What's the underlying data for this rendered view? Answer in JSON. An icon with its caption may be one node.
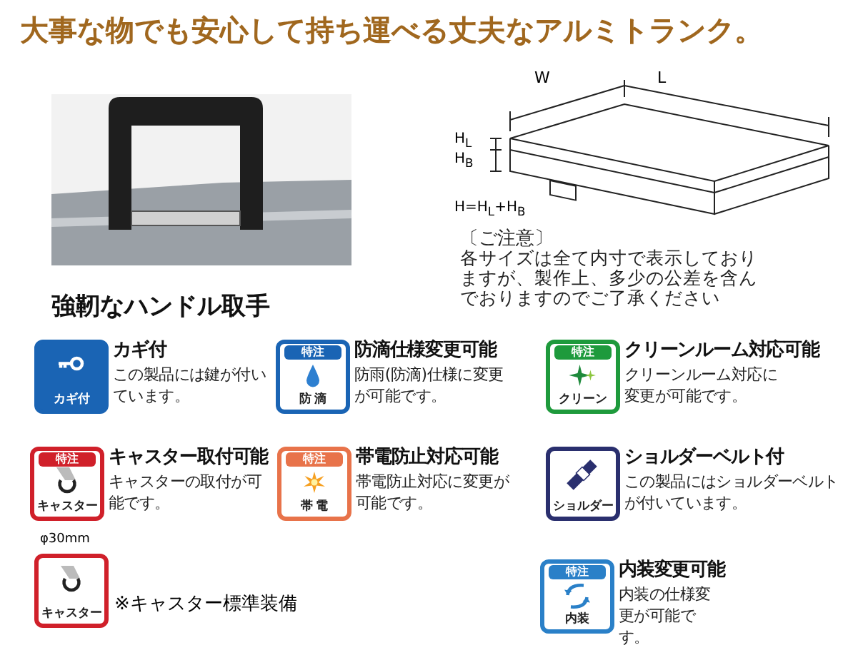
{
  "diagram": {
    "title": "大事な物でも安心して持ち運べる丈夫なアルミトランク。",
    "nodes": [
      {
        "text": [
          "カギ付"
        ],
        "beside": [
          "カギ付",
          "この製品には鍵が付いています。"
        ]
      },
      {
        "text": [
          "特注",
          "防 滴"
        ],
        "beside": [
          "防滴仕様変更可能",
          "防雨(防滴)仕様に変更が可能です。"
        ]
      },
      {
        "text": [
          "特注",
          "クリーン"
        ],
        "beside": [
          "クリーンルーム対応可能",
          "クリーンルーム対応に変更が可能です。"
        ]
      },
      {
        "text": [
          "特注",
          "キャスター"
        ],
        "beside": [
          "キャスター取付可能",
          "キャスターの取付が可能です。"
        ]
      },
      {
        "text": [
          "特注",
          "帯 電"
        ],
        "beside": [
          "帯電防止対応可能",
          "帯電防止対応に変更が可能です。"
        ]
      },
      {
        "text": [
          "ショルダー"
        ],
        "beside": [
          "ショルダーベルト付",
          "この製品にはショルダーベルトが付いています。"
        ]
      },
      {
        "text": [
          "キャスター"
        ],
        "beside": [
          "φ30mm",
          "※キャスター標準装備"
        ]
      },
      {
        "text": [
          "特注",
          "内装"
        ],
        "beside": [
          "内装変更可能",
          "内装の仕様変更が可能です。"
        ]
      }
    ],
    "labels": [
      "強靭なハンドル取手",
      "W",
      "L",
      "H$_{L}$",
      "H$_{B}$",
      "H=H$_{L}$+H$_{B}$",
      "〔ご注意〕",
      "各サイズは全て内寸で表示しておりますが、製作上、多少の公差を含んでおりますのでご了承ください"
    ]
  }
}
